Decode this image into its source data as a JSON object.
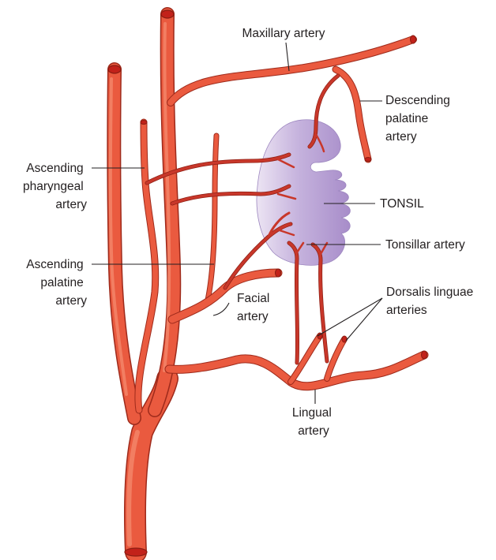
{
  "labels": {
    "maxillary_artery": "Maxillary artery",
    "descending_palatine": [
      "Descending",
      "palatine",
      "artery"
    ],
    "ascending_pharyngeal": [
      "Ascending",
      "pharyngeal",
      "artery"
    ],
    "tonsil": "TONSIL",
    "ascending_palatine": [
      "Ascending",
      "palatine",
      "artery"
    ],
    "tonsillar_artery": "Tonsillar artery",
    "facial_artery": [
      "Facial",
      "artery"
    ],
    "dorsalis_linguae": [
      "Dorsalis linguae",
      "arteries"
    ],
    "lingual_artery": [
      "Lingual",
      "artery"
    ]
  },
  "colors": {
    "artery": "#ea5a3f",
    "artery_outline": "#9e2a1b",
    "small_branch": "#c8372a",
    "tonsil": "#b79fd3",
    "text": "#231f20"
  }
}
